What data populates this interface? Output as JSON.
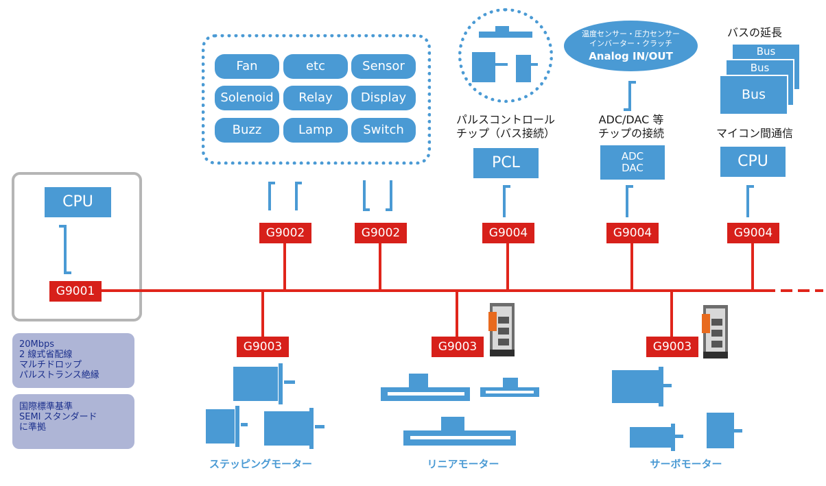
{
  "main_cpu_box": {
    "label": "CPU",
    "chip": "G9001"
  },
  "bus_chips_top": [
    {
      "label": "G9002"
    },
    {
      "label": "G9002"
    },
    {
      "label": "G9004"
    },
    {
      "label": "G9004"
    },
    {
      "label": "G9004"
    }
  ],
  "bus_chips_bottom": [
    {
      "label": "G9003"
    },
    {
      "label": "G9003"
    },
    {
      "label": "G9003"
    }
  ],
  "io_devices": [
    "Fan",
    "etc",
    "Sensor",
    "Solenoid",
    "Relay",
    "Display",
    "Buzz",
    "Lamp",
    "Switch"
  ],
  "pcl_group": {
    "caption_line1": "パルスコントロール",
    "caption_line2": "チップ（バス接続）",
    "box": "PCL"
  },
  "adc_group": {
    "cloud_line1": "温度センサー・圧力センサー",
    "cloud_line2": "インバーター・クラッチ",
    "cloud_line3": "Analog IN/OUT",
    "caption_line1": "ADC/DAC 等",
    "caption_line2": "チップの接続",
    "box_line1": "ADC",
    "box_line2": "DAC"
  },
  "cpu_group": {
    "bus_title": "バスの延長",
    "bus_labels": [
      "Bus",
      "Bus",
      "Bus"
    ],
    "caption": "マイコン間通信",
    "box": "CPU"
  },
  "info_boxes": [
    {
      "lines": [
        "20Mbps",
        "2 線式省配線",
        "マルチドロップ",
        "パルストランス絶縁"
      ]
    },
    {
      "lines": [
        "国際標準基準",
        "SEMI スタンダード",
        "に準拠"
      ]
    }
  ],
  "motor_legends": {
    "stepping": "ステッピングモーター",
    "linear": "リニアモーター",
    "servo": "サーボモーター"
  },
  "colors": {
    "bus_red": "#e0251b",
    "chip_red": "#d7201a",
    "device_blue": "#4a9ad4",
    "frame_gray": "#b5b5b5",
    "info_lavender": "#aeb5d6",
    "info_text": "#1b2f8c"
  }
}
